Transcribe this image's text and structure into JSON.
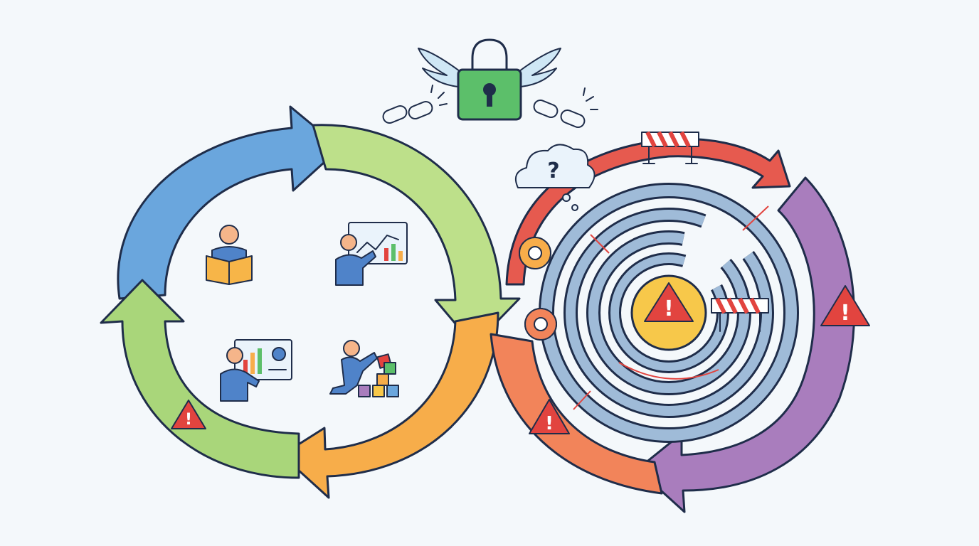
{
  "diagram": {
    "left_cycle": {
      "segments": [
        {
          "name": "blue-arrow",
          "color": "#6aa6dd"
        },
        {
          "name": "light-green-arrow",
          "color": "#bde08a"
        },
        {
          "name": "orange-arrow",
          "color": "#f7ad4a"
        },
        {
          "name": "green-arrow",
          "color": "#a9d67a"
        }
      ],
      "stage_icons": [
        "reading-person-icon",
        "chart-presenter-icon",
        "dashboard-presenter-icon",
        "block-builder-icon"
      ],
      "warning_icon": "warning-icon"
    },
    "right_cycle": {
      "segments": [
        {
          "name": "red-arrow",
          "color": "#e65a4f"
        },
        {
          "name": "purple-arrow",
          "color": "#a97dbd"
        },
        {
          "name": "coral-arrow",
          "color": "#f2845a"
        }
      ],
      "maze_icon": "maze-icon",
      "center_warning_icon": "warning-icon",
      "side_warning_icons": [
        "warning-icon",
        "warning-icon"
      ],
      "barrier_icons": [
        "roadblock-icon",
        "roadblock-icon"
      ],
      "question_cloud": {
        "icon": "question-cloud-icon",
        "glyph": "?"
      },
      "gear_icons": [
        "gear-icon",
        "gear-icon"
      ]
    },
    "top_icons": {
      "lock": {
        "icon": "winged-padlock-icon",
        "color": "#5cbf6a"
      },
      "broken_links": [
        "broken-chain-icon",
        "broken-chain-icon"
      ]
    },
    "colors": {
      "background": "#f4f8fb",
      "outline": "#1f2d4a",
      "warning_red": "#e2443f",
      "warning_yellow": "#f7c84a",
      "maze_blue": "#9fbbd8"
    },
    "glyphs": {
      "warning": "!",
      "question": "?"
    }
  }
}
